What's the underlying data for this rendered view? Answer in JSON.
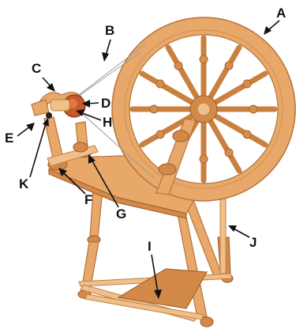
{
  "diagram": {
    "parts": [
      {
        "id": "A",
        "label": "A"
      },
      {
        "id": "B",
        "label": "B"
      },
      {
        "id": "C",
        "label": "C"
      },
      {
        "id": "D",
        "label": "D"
      },
      {
        "id": "E",
        "label": "E"
      },
      {
        "id": "F",
        "label": "F"
      },
      {
        "id": "G",
        "label": "G"
      },
      {
        "id": "H",
        "label": "H"
      },
      {
        "id": "I",
        "label": "I"
      },
      {
        "id": "J",
        "label": "J"
      },
      {
        "id": "K",
        "label": "K"
      }
    ],
    "colors": {
      "wood": "#e8a86a",
      "wood_dark": "#d38a49",
      "label": "#111111"
    }
  }
}
